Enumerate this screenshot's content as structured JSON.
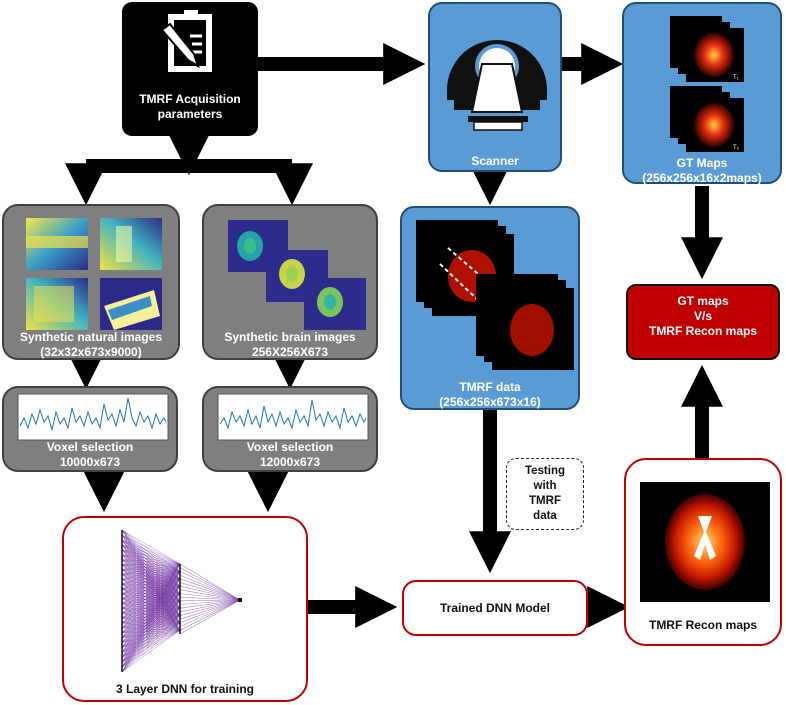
{
  "nodes": {
    "acq": "TMRF Acquisition\nparameters",
    "scanner": "Scanner",
    "gt_maps": "GT Maps\n(256x256x16x2maps)",
    "natural": "Synthetic natural images\n(32x32x673x9000)",
    "brain": "Synthetic brain images\n256X256X673",
    "tmrf_data": "TMRF data\n(256x256x673x16)",
    "compare": "GT maps\nV/s\nTMRF Recon maps",
    "voxel1": "Voxel selection\n10000x673",
    "voxel2": "Voxel selection\n12000x673",
    "testing": "Testing\nwith\nTMRF\ndata",
    "dnn": "3 Layer DNN for training",
    "trained": "Trained DNN Model",
    "recon": "TMRF Recon maps"
  },
  "map_labels": {
    "t1": "T₁",
    "t2": "T₂"
  },
  "colors": {
    "blue": "#5b9bd5",
    "gray": "#7f7f7f",
    "red": "#c00000",
    "arrow": "#000000",
    "dnn": "#7030a0"
  }
}
